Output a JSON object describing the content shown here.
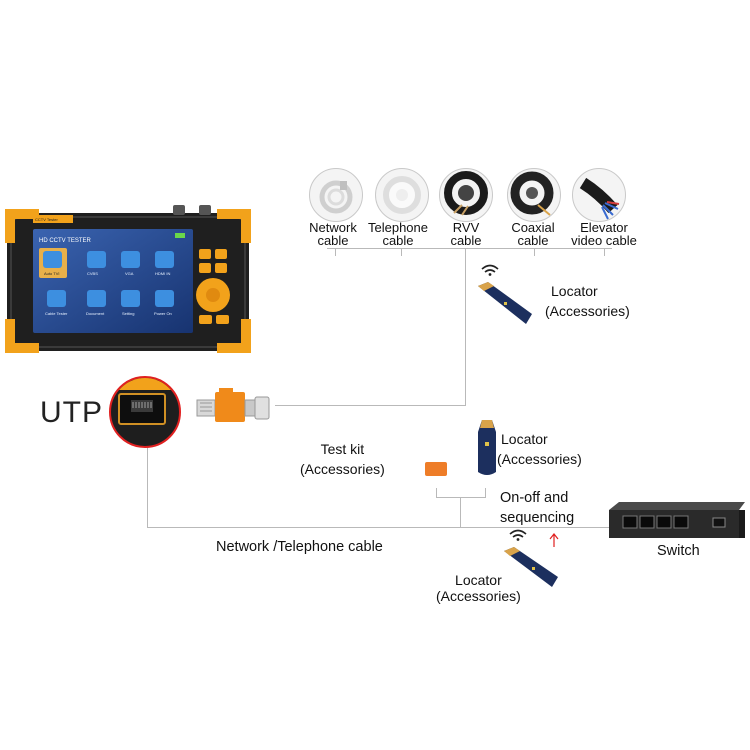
{
  "title": "",
  "device": {
    "brand_badge": "CCTV Tester",
    "screen_title": "HD CCTV TESTER",
    "apps": [
      "Auto TVI",
      "CVBS",
      "VGA",
      "HDMI IN",
      "Cable Tester",
      "Document",
      "Setting",
      "Power On"
    ]
  },
  "cables": [
    {
      "line1": "Network",
      "line2": "cable"
    },
    {
      "line1": "Telephone",
      "line2": "cable"
    },
    {
      "line1": "RVV",
      "line2": "cable"
    },
    {
      "line1": "Coaxial",
      "line2": "cable"
    },
    {
      "line1": "Elevator",
      "line2": "video cable"
    }
  ],
  "labels": {
    "utp": "UTP",
    "locator_top_1": "Locator",
    "locator_top_2": "(Accessories)",
    "test_kit_1": "Test kit",
    "test_kit_2": "(Accessories)",
    "locator_mid_1": "Locator",
    "locator_mid_2": "(Accessories)",
    "onoff_1": "On-off and",
    "onoff_2": "sequencing",
    "switch": "Switch",
    "network_phone": "Network /Telephone cable",
    "locator_bot_1": "Locator",
    "locator_bot_2": "(Accessories)"
  },
  "colors": {
    "device_body": "#1f1f1f",
    "device_accent": "#f2a21b",
    "screen_blue": "#1e3f86",
    "line_gray": "#b9b9b9",
    "switch_body": "#2a2a2a",
    "locator_blue": "#1c2f5e",
    "red_arrow": "#e02020"
  }
}
